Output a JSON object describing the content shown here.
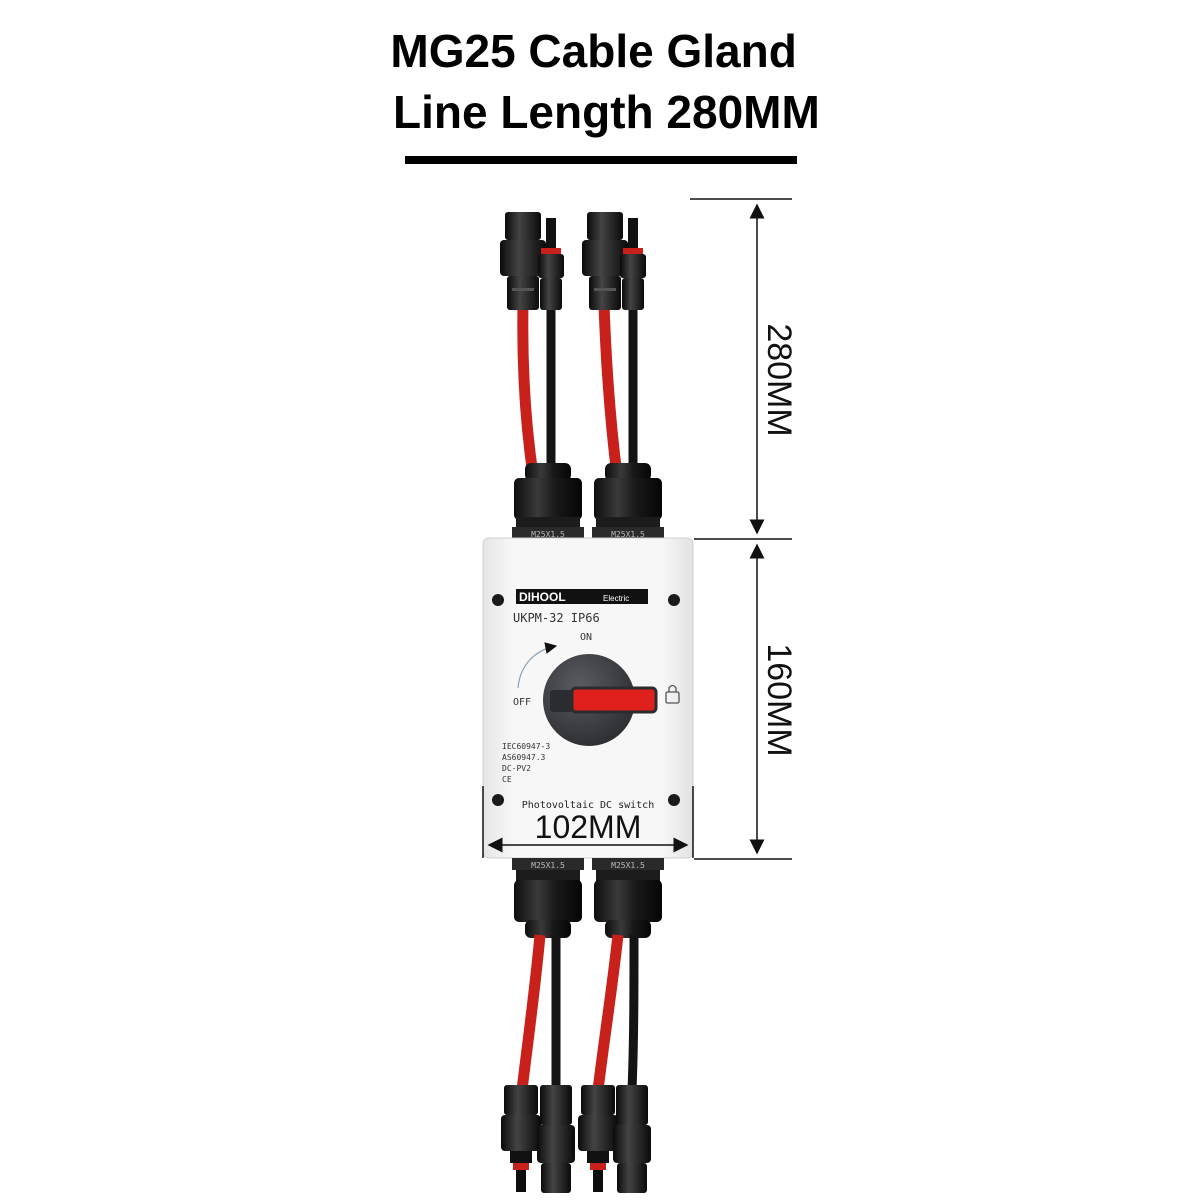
{
  "title": {
    "line1": "MG25 Cable Gland ",
    "line2": " Line Length 280MM"
  },
  "dimensions": {
    "cable_length": "280MM",
    "box_height": "160MM",
    "box_width": "102MM"
  },
  "switch": {
    "brand": "DIHOOL",
    "brand_suffix": "Electric",
    "model": "UKPM-32  IP66",
    "on_label": "ON",
    "off_label": "OFF",
    "standard1": "IEC60947-3",
    "standard2": "AS60947.3",
    "standard3": "DC-PV2",
    "ce_mark": "CE",
    "product_name": "Photovoltaic DC switch"
  },
  "glands": {
    "thread_label": "M25X1.5"
  },
  "colors": {
    "cable_red": "#c8211c",
    "cable_black": "#141414",
    "housing": "#f2f2f2",
    "handle_red": "#e0201c",
    "knob_dark": "#3d3f44"
  }
}
